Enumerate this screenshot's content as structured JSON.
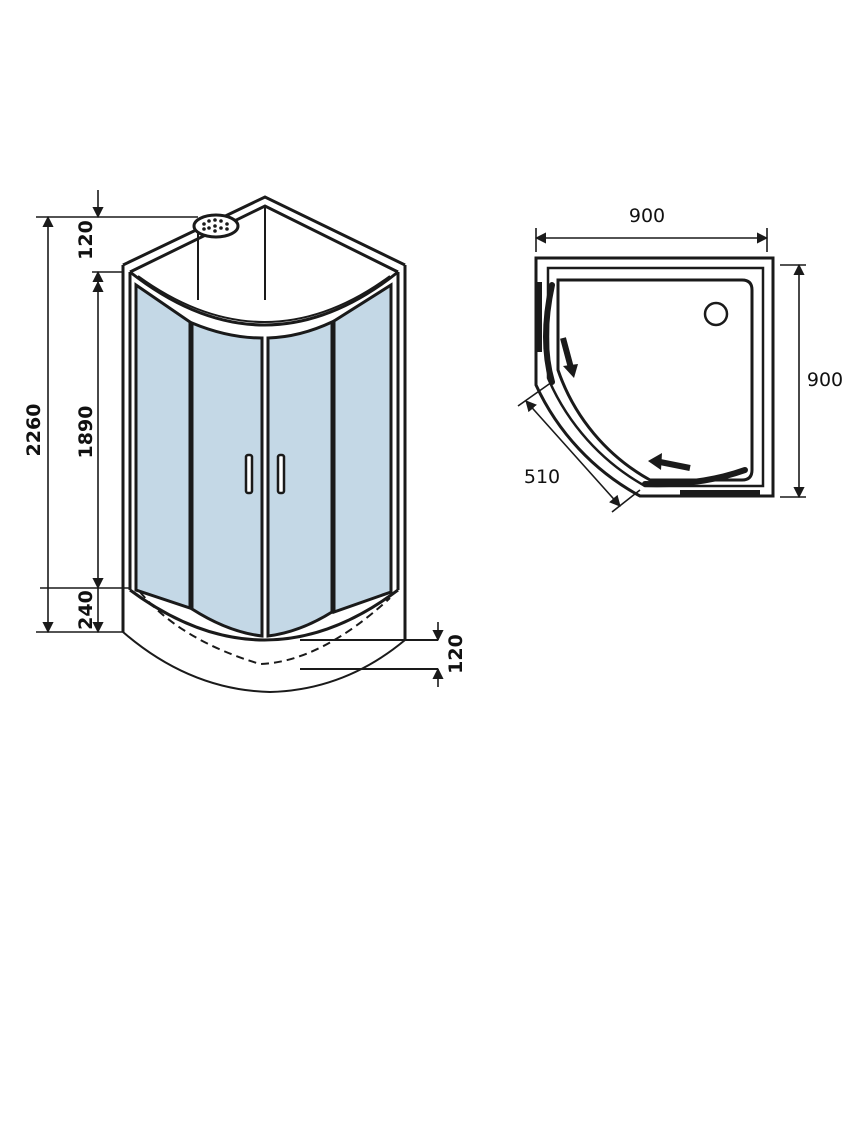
{
  "colors": {
    "line": "#1a1a1a",
    "glass": "#c4d8e6",
    "background": "#ffffff"
  },
  "front_view": {
    "dim_total_height": "2260",
    "dim_top_cap": "120",
    "dim_glass_height": "1890",
    "dim_base": "240",
    "dim_tray_depth": "120",
    "icon_overhead_shower": "shower-head-icon"
  },
  "plan_view": {
    "dim_width": "900",
    "dim_depth": "900",
    "dim_entry": "510",
    "icon_drain": "drain-icon",
    "icon_door_slide": "sliding-arrow-icon"
  }
}
